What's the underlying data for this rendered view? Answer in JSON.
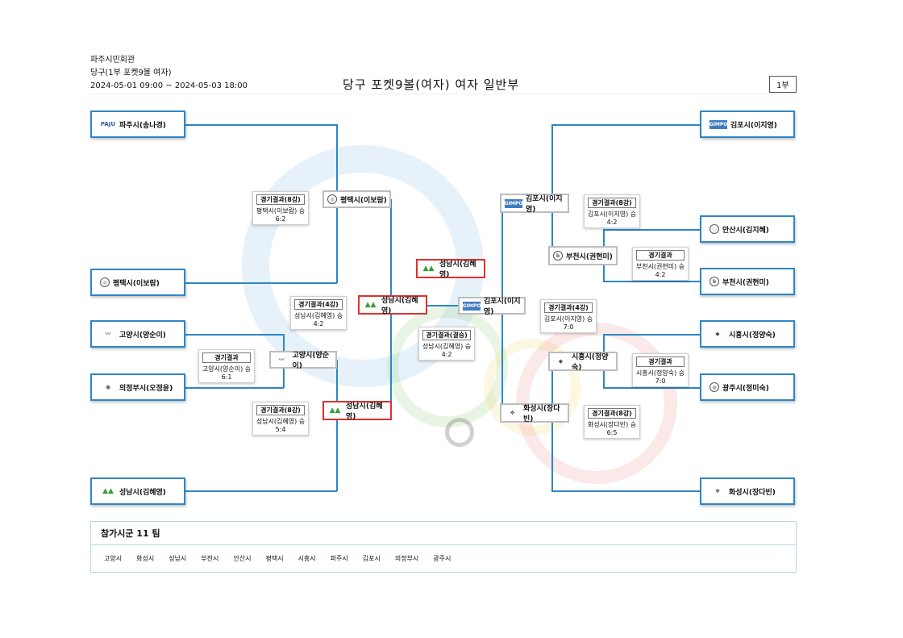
{
  "header": {
    "venue": "파주시민회관",
    "event": "당구(1부 포켓9볼 여자)",
    "period": "2024-05-01 09:00 ~ 2024-05-03 18:00",
    "title": "당구 포켓9볼(여자) 여자 일반부",
    "division_badge": "1부"
  },
  "colors": {
    "line": "#2e86c8",
    "winner_border": "#e03030",
    "node_border": "#bdbdbd"
  },
  "left_entries": [
    "파주시(송나경)",
    "평택시(이보람)",
    "고양시(양순이)",
    "의정부시(오정윤)",
    "성남시(김혜영)"
  ],
  "right_entries": [
    "김포시(이지영)",
    "안산시(김지혜)",
    "부천시(권현미)",
    "시흥시(정양숙)",
    "광주시(정미숙)",
    "화성시(장다빈)"
  ],
  "nodes": {
    "l_r1_top": "평택시(이보람)",
    "l_r1_mid": "고양시(양순이)",
    "l_r2_bot": "성남시(김혜영)",
    "l_semi": "성남시(김혜영)",
    "champion": "성남시(김혜영)",
    "r_semi": "김포시(이지영)",
    "r_r2_top": "김포시(이지영)",
    "r_r1_top": "부천시(권현미)",
    "r_r1_mid": "시흥시(정양숙)",
    "r_r2_bot": "화성시(장다빈)"
  },
  "results": [
    {
      "title": "경기결과(8강)",
      "winner": "평택시(이보람) 승",
      "score": "6:2"
    },
    {
      "title": "경기결과(4강)",
      "winner": "성남시(김혜영) 승",
      "score": "4:2"
    },
    {
      "title": "경기결과",
      "winner": "고양시(양순이) 승",
      "score": "6:1"
    },
    {
      "title": "경기결과(8강)",
      "winner": "성남시(김혜영) 승",
      "score": "5:4"
    },
    {
      "title": "경기결과(결승)",
      "winner": "성남시(김혜영) 승",
      "score": "4:2"
    },
    {
      "title": "경기결과(8강)",
      "winner": "김포시(이지영) 승",
      "score": "4:2"
    },
    {
      "title": "경기결과",
      "winner": "부천시(권현미) 승",
      "score": "4:2"
    },
    {
      "title": "경기결과(4강)",
      "winner": "김포시(이지영) 승",
      "score": "7:0"
    },
    {
      "title": "경기결과",
      "winner": "시흥시(정양숙) 승",
      "score": "7:0"
    },
    {
      "title": "경기결과(8강)",
      "winner": "화성시(장다빈) 승",
      "score": "6:5"
    }
  ],
  "panel": {
    "title": "참가시군 11 팀",
    "teams": [
      "고양시",
      "화성시",
      "성남시",
      "부천시",
      "안산시",
      "평택시",
      "시흥시",
      "파주시",
      "김포시",
      "의정부시",
      "광주시"
    ]
  },
  "logos": {
    "paju": "PAJU",
    "gimpo": "GIMPO"
  }
}
